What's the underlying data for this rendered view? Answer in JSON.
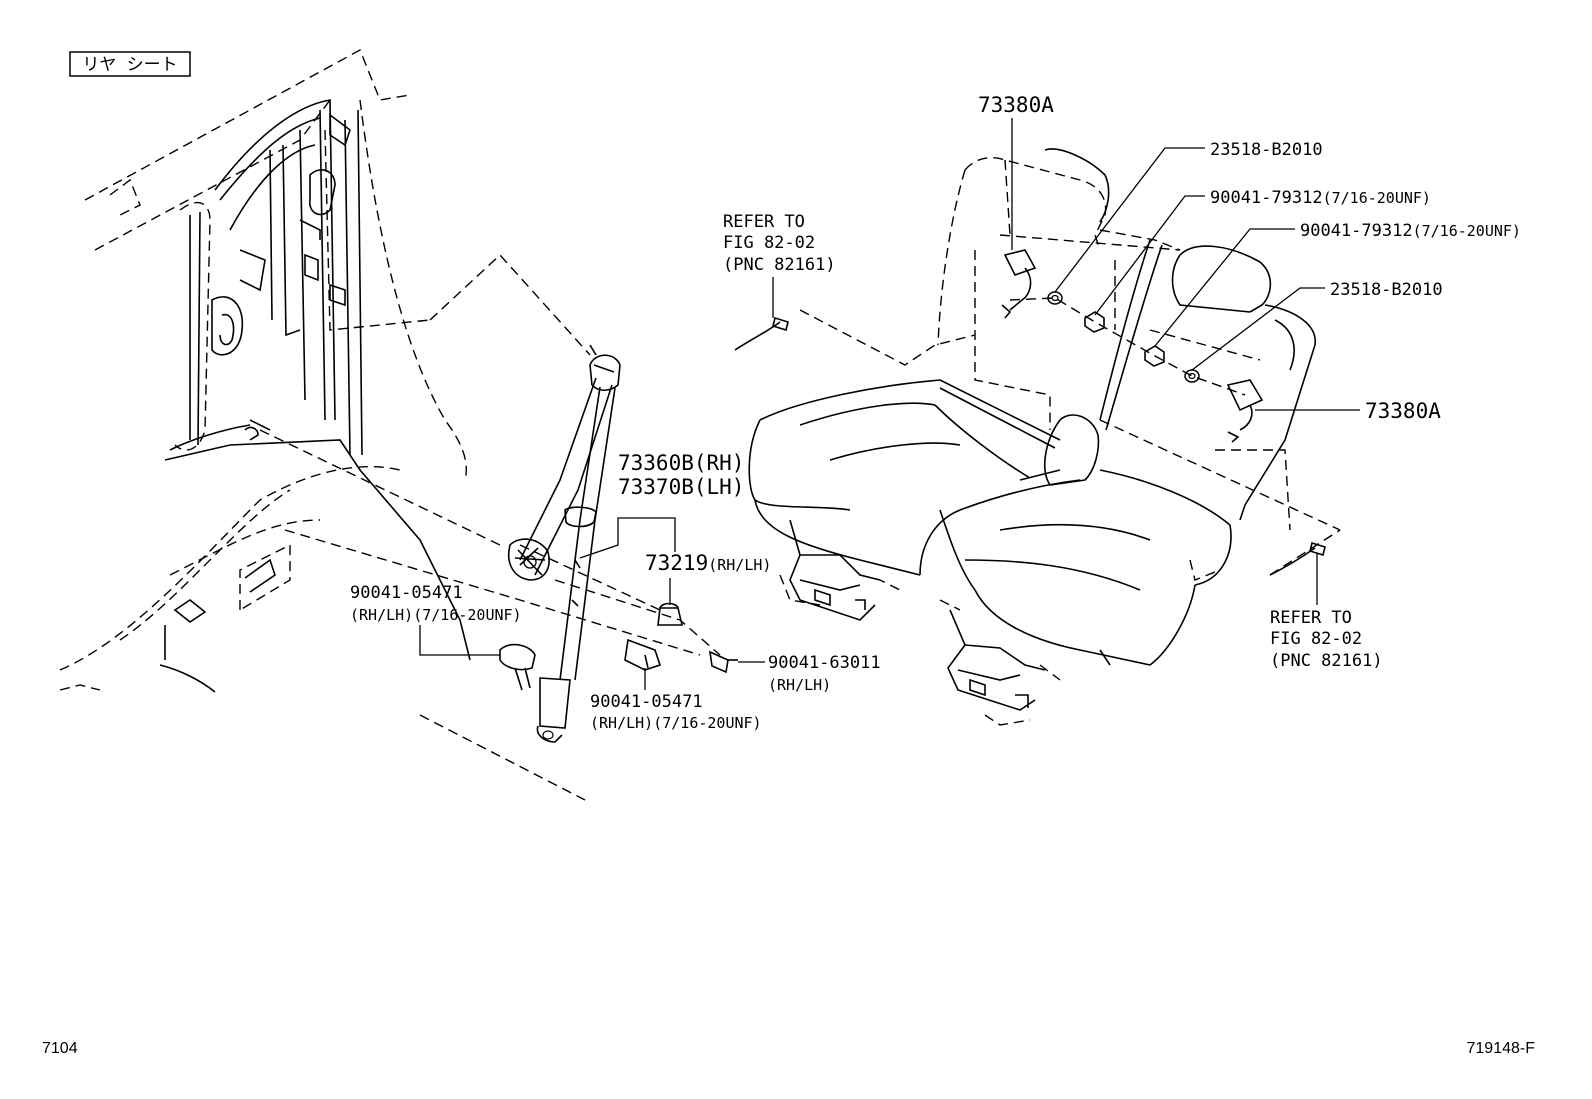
{
  "header": {
    "section_label": "リヤ シート"
  },
  "callouts": {
    "belt_assy": {
      "line1": "73360B(RH)",
      "line2": "73370B(LH)"
    },
    "grommet": {
      "pn": "73219",
      "qual": "(RH/LH)"
    },
    "bolt_left": {
      "pn": "90041-05471",
      "qual": "(RH/LH)(7/16-20UNF)"
    },
    "bolt_center": {
      "pn": "90041-05471",
      "qual": "(RH/LH)(7/16-20UNF)"
    },
    "screw": {
      "pn": "90041-63011",
      "qual": "(RH/LH)"
    },
    "buckle_top": {
      "pn": "73380A"
    },
    "buckle_right": {
      "pn": "73380A"
    },
    "washer_top": {
      "pn": "23518-B2010"
    },
    "washer_right": {
      "pn": "23518-B2010"
    },
    "nut_1": {
      "pn": "90041-79312",
      "qual": "(7/16-20UNF)"
    },
    "nut_2": {
      "pn": "90041-79312",
      "qual": "(7/16-20UNF)"
    },
    "refer_left": {
      "line1": "REFER TO",
      "line2": "FIG 82-02",
      "line3": "(PNC 82161)"
    },
    "refer_right": {
      "line1": "REFER TO",
      "line2": "FIG 82-02",
      "line3": "(PNC 82161)"
    }
  },
  "footer": {
    "page_left": "7104",
    "figure_id": "719148-F"
  }
}
